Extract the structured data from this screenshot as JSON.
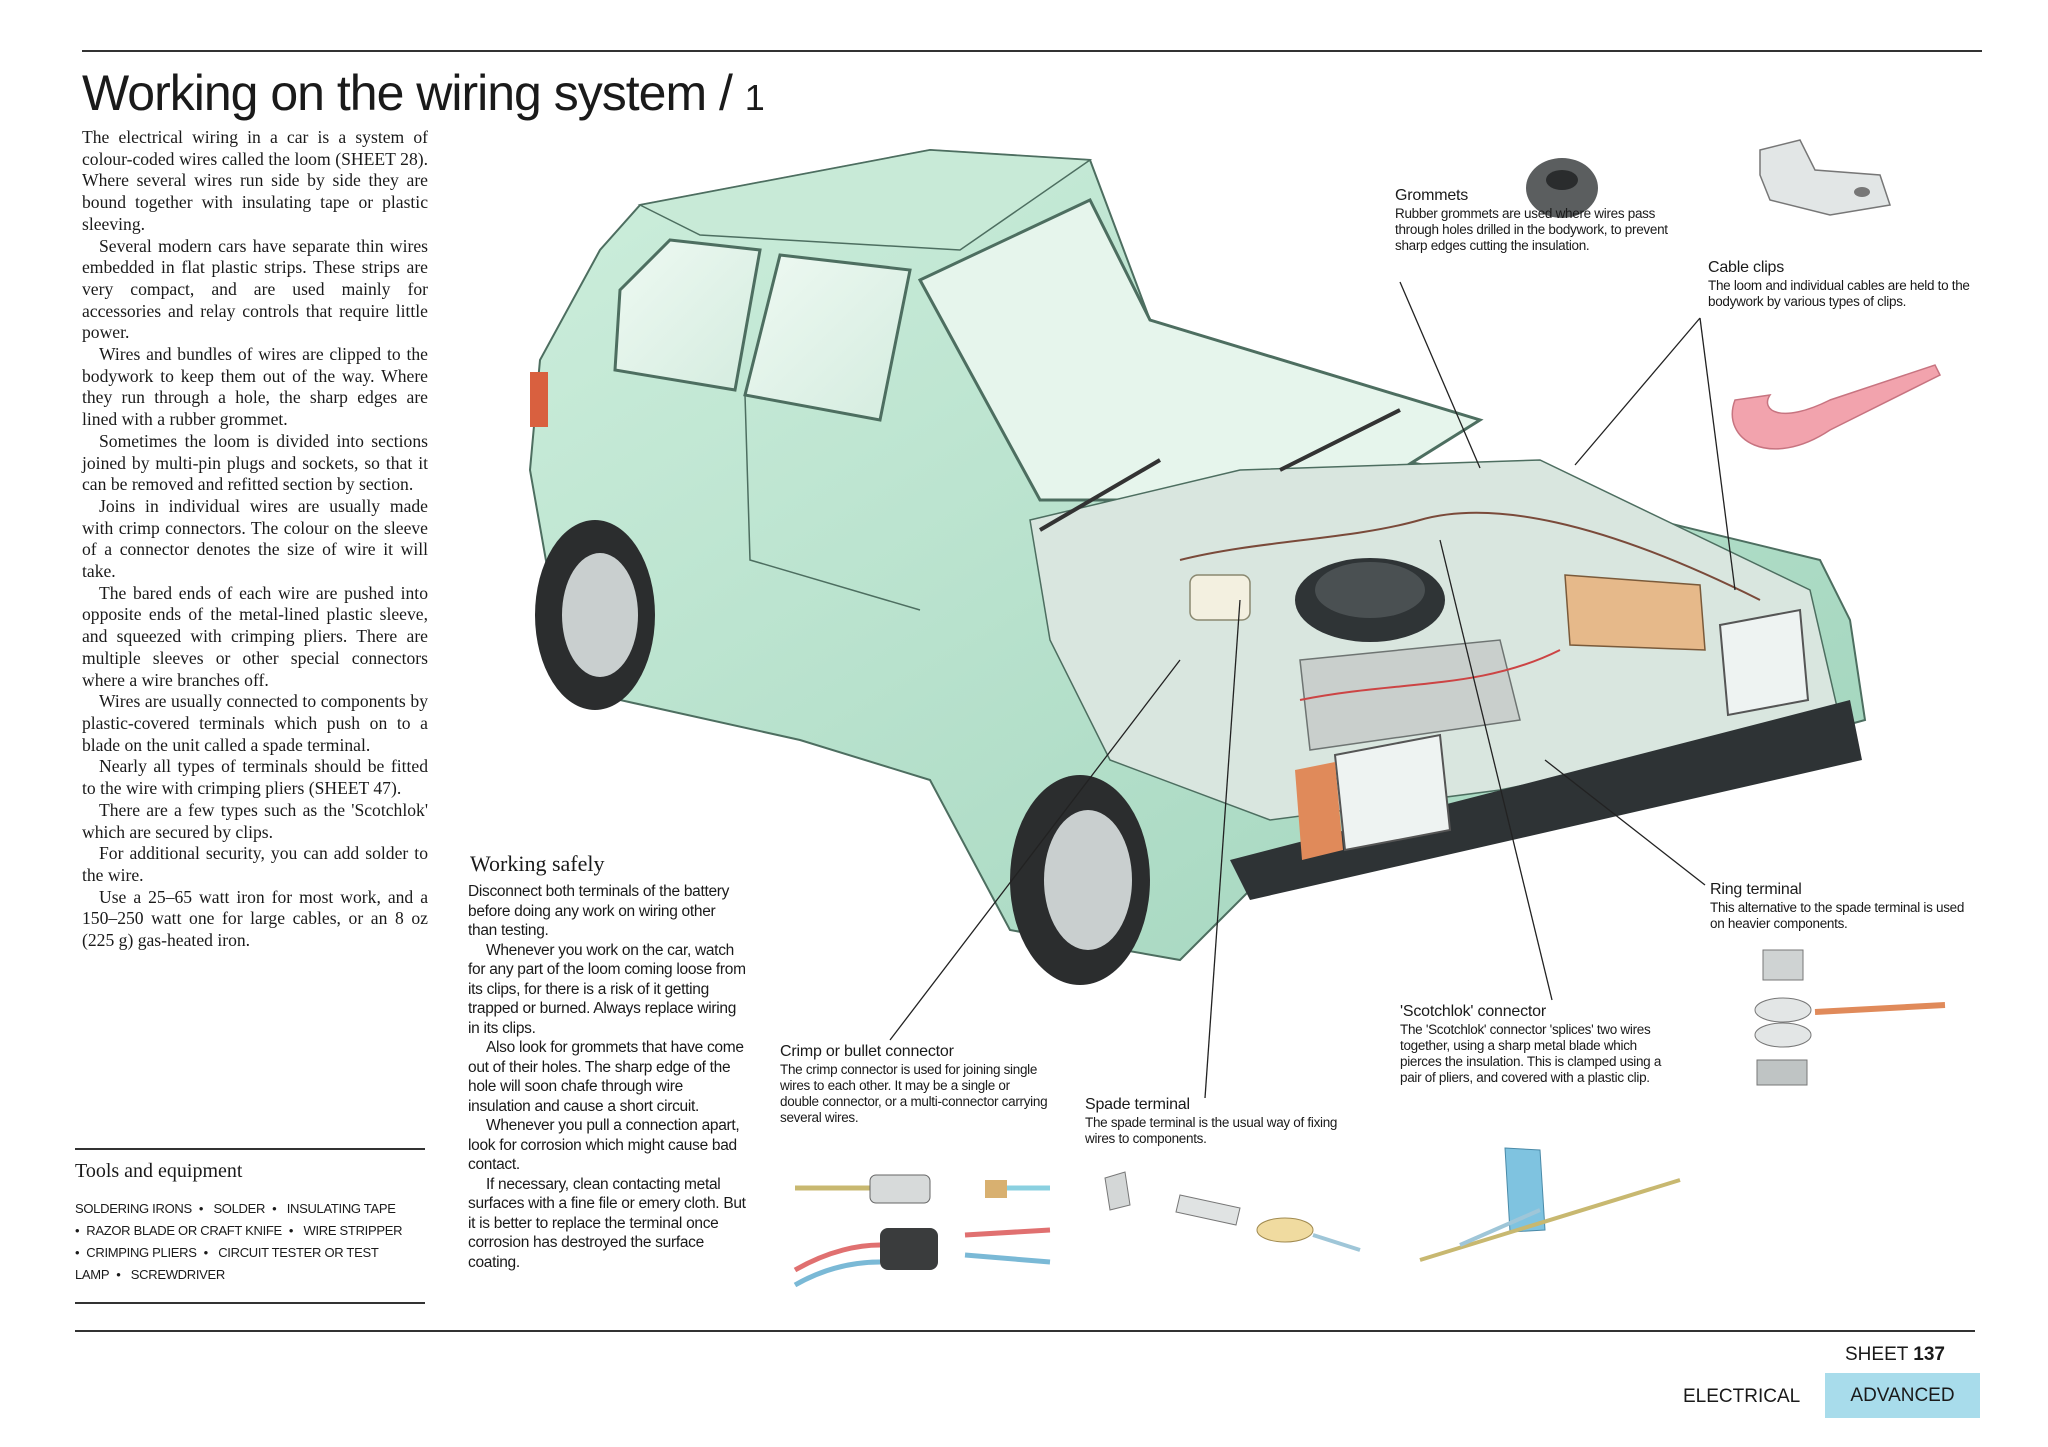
{
  "page": {
    "title": "Working on the wiring system /",
    "title_num": "1"
  },
  "body_paragraphs": [
    "The electrical wiring in a car is a system of colour-coded wires called the loom (SHEET 28). Where several wires run side by side they are bound together with insulating tape or plastic sleeving.",
    "Several modern cars have separate thin wires embedded in flat plastic strips. These strips are very compact, and are used mainly for accessories and relay controls that require little power.",
    "Wires and bundles of wires are clipped to the bodywork to keep them out of the way. Where they run through a hole, the sharp edges are lined with a rubber grommet.",
    "Sometimes the loom is divided into sections joined by multi-pin plugs and sockets, so that it can be removed and refitted section by section.",
    "Joins in individual wires are usually made with crimp connectors. The colour on the sleeve of a connector denotes the size of wire it will take.",
    "The bared ends of each wire are pushed into opposite ends of the metal-lined plastic sleeve, and squeezed with crimping pliers. There are multiple sleeves or other special connectors where a wire branches off.",
    "Wires are usually connected to components by plastic-covered terminals which push on to a blade on the unit called a spade terminal.",
    "Nearly all types of terminals should be fitted to the wire with crimping pliers (SHEET 47).",
    "There are a few types such as the 'Scotchlok' which are secured by clips.",
    "For additional security, you can add solder to the wire.",
    "Use a 25–65 watt iron for most work, and a 150–250 watt one for large cables, or an 8 oz (225 g) gas-heated iron."
  ],
  "tools": {
    "heading": "Tools and equipment",
    "items": [
      "Soldering irons",
      "Solder",
      "Insulating tape",
      "Razor blade or craft knife",
      "Wire stripper",
      "Crimping pliers",
      "Circuit tester or test lamp",
      "Screwdriver"
    ]
  },
  "working_safely": {
    "heading": "Working safely",
    "paragraphs": [
      "Disconnect both terminals of the battery before doing any work on wiring other than testing.",
      "Whenever you work on the car, watch for any part of the loom coming loose from its clips, for there is a risk of it getting trapped or burned. Always replace wiring in its clips.",
      "Also look for grommets that have come out of their holes. The sharp edge of the hole will soon chafe through wire insulation and cause a short circuit.",
      "Whenever you pull a connection apart, look for corrosion which might cause bad contact.",
      "If necessary, clean contacting metal surfaces with a fine file or emery cloth. But it is better to replace the terminal once corrosion has destroyed the surface coating."
    ]
  },
  "callouts": {
    "grommets": {
      "heading": "Grommets",
      "text": "Rubber grommets are used where wires pass through holes drilled in the bodywork, to prevent sharp edges cutting the insulation."
    },
    "cable_clips": {
      "heading": "Cable clips",
      "text": "The loom and individual cables are held to the bodywork by various types of clips."
    },
    "ring_terminal": {
      "heading": "Ring terminal",
      "text": "This alternative to the spade terminal is used on heavier components."
    },
    "scotchlok": {
      "heading": "'Scotchlok' connector",
      "text": "The 'Scotchlok' connector 'splices' two wires together, using a sharp metal blade which pierces the insulation. This is clamped using a pair of pliers, and covered with a plastic clip."
    },
    "spade": {
      "heading": "Spade terminal",
      "text": "The spade terminal is the usual way of fixing wires to components."
    },
    "crimp": {
      "heading": "Crimp or bullet connector",
      "text": "The crimp connector is used for joining single wires to each other. It may be a single or double connector, or a multi-connector carrying several wires."
    }
  },
  "footer": {
    "sheet_label": "SHEET",
    "sheet_number": "137",
    "section": "ELECTRICAL",
    "level": "ADVANCED"
  },
  "colors": {
    "car_body": "#b9e3cf",
    "tab_highlight": "#a8dceb",
    "clip_pink": "#f2a3ad"
  }
}
